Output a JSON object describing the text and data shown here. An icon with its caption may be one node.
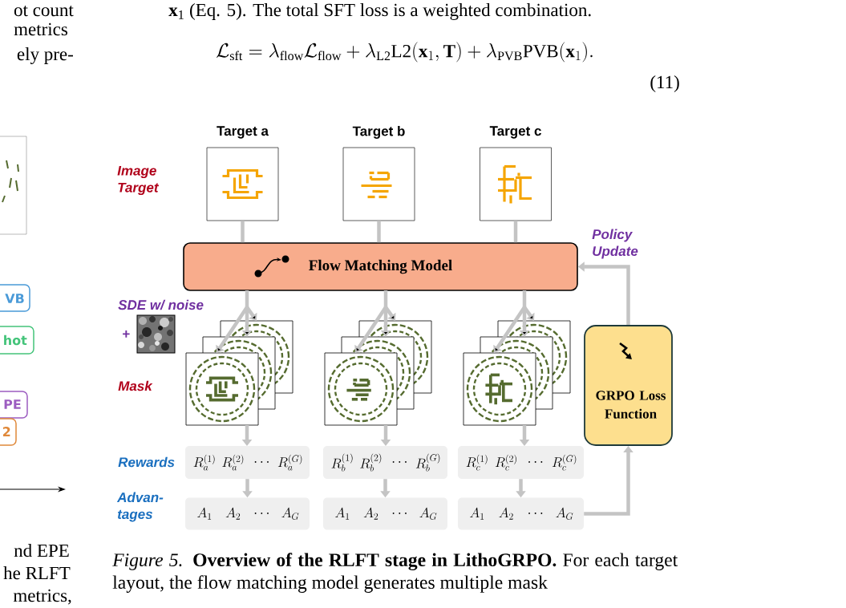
{
  "diagram": {
    "caption": "*Figure 5.* **Overview of the RLFT stage in LithoGRPO.** For each target layout, the flow matching model generates multiple mask",
    "nodes": [
      {
        "text": [
          "Target a"
        ]
      },
      {
        "text": [
          "Target b"
        ]
      },
      {
        "text": [
          "Target c"
        ]
      },
      {
        "text": [
          "Flow Matching Model"
        ]
      },
      {
        "text": [],
        "shape": "picture"
      },
      {
        "text": [],
        "shape": "picture"
      },
      {
        "text": [],
        "shape": "picture"
      },
      {
        "text": [
          "GRPO Loss Function"
        ]
      },
      {
        "text": [
          "R_a^{(1)}",
          "R_a^{(2)}",
          "\\cdots",
          "R_a^{(G)}"
        ]
      },
      {
        "text": [
          "R_b^{(1)}",
          "R_b^{(2)}",
          "\\cdots",
          "R_b^{(G)}"
        ]
      },
      {
        "text": [
          "R_c^{(1)}",
          "R_c^{(2)}",
          "\\cdots",
          "R_c^{(G)}"
        ]
      },
      {
        "text": [
          "A_1",
          "A_2",
          "\\cdots",
          "A_G"
        ]
      },
      {
        "text": [
          "A_1",
          "A_2",
          "\\cdots",
          "A_G"
        ]
      },
      {
        "text": [
          "A_1",
          "A_2",
          "\\cdots",
          "A_G"
        ]
      }
    ],
    "edges": [
      {
        "from": 0,
        "to": 3,
        "arrow": "none"
      },
      {
        "from": 1,
        "to": 3,
        "arrow": "none"
      },
      {
        "from": 2,
        "to": 3,
        "arrow": "none"
      },
      {
        "from": 3,
        "to": 4,
        "arrow": "to"
      },
      {
        "from": 3,
        "to": 5,
        "arrow": "to"
      },
      {
        "from": 3,
        "to": 6,
        "arrow": "to"
      },
      {
        "from": 4,
        "to": 8,
        "arrow": "to"
      },
      {
        "from": 5,
        "to": 9,
        "arrow": "to"
      },
      {
        "from": 6,
        "to": 10,
        "arrow": "to"
      },
      {
        "from": 8,
        "to": 11,
        "arrow": "to"
      },
      {
        "from": 9,
        "to": 12,
        "arrow": "to"
      },
      {
        "from": 10,
        "to": 13,
        "arrow": "to"
      },
      {
        "from": 13,
        "to": 7,
        "arrow": "to"
      },
      {
        "from": 7,
        "to": 3,
        "arrow": "to",
        "label": "Policy Update"
      }
    ],
    "labels": [
      "ot count",
      "**x**$_{1}$ (Eq. 5). The total SFT loss is a weighted combination.",
      "metrics",
      "\\mathcal{L}_{\\mathrm{sft}} = \\lambda_{\\mathrm{flow}}\\mathcal{L}_{\\mathrm{flow}} + \\lambda_{\\mathrm{L2}}\\mathrm{L2}(\\mathbf{x}_1, \\mathbf{T}) + \\lambda_{\\mathrm{PVB}}\\mathrm{PVB}(\\mathbf{x}_1).",
      "ely pre-",
      "(11)",
      "Image Target",
      "VB",
      "SDE w/ noise",
      "+",
      "hot",
      "Mask",
      "PE",
      "2",
      "Rewards",
      "Advan- tages",
      "nd EPE",
      "he RLFT",
      "metrics,"
    ]
  }
}
